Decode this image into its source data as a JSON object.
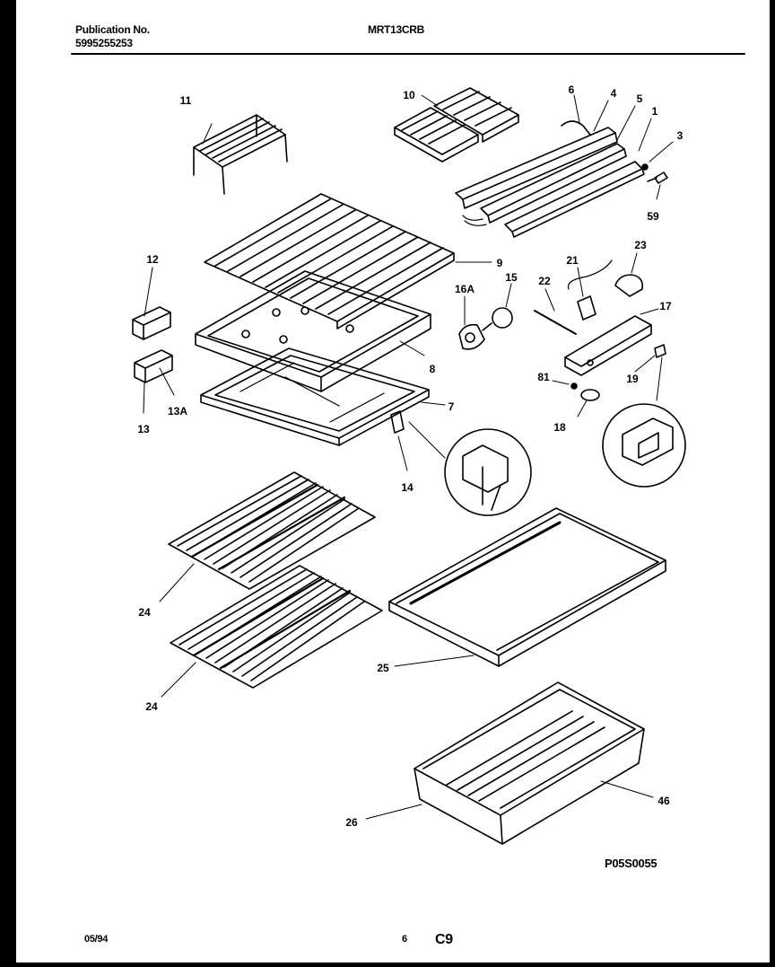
{
  "header": {
    "publication_label": "Publication No.",
    "publication_number": "5995255253",
    "model": "MRT13CRB"
  },
  "callouts": {
    "c11": "11",
    "c10": "10",
    "c6": "6",
    "c4": "4",
    "c5": "5",
    "c1": "1",
    "c3": "3",
    "c59": "59",
    "c12": "12",
    "c9": "9",
    "c21": "21",
    "c23": "23",
    "c16A": "16A",
    "c15": "15",
    "c22": "22",
    "c17": "17",
    "c8": "8",
    "c81": "81",
    "c19": "19",
    "c13A": "13A",
    "c7": "7",
    "c18": "18",
    "c13": "13",
    "c14": "14",
    "c24a": "24",
    "c24b": "24",
    "c25": "25",
    "c26": "26",
    "c46": "46"
  },
  "diagram_code": "P05S0055",
  "footer": {
    "date": "05/94",
    "page": "6",
    "section": "C9"
  }
}
